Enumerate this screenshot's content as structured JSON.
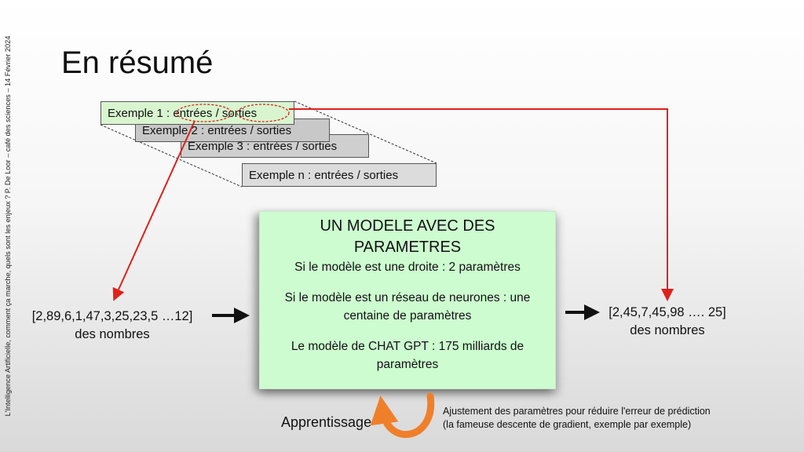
{
  "side_note": "L'Intelligence Artificielle, comment ça marche, quels sont les enjeux ? P. De Loor – café des sciences – 14 Février 2024",
  "title": "En résumé",
  "examples": [
    {
      "label": "Exemple 1 : entrées / sorties"
    },
    {
      "label": "Exemple 2 : entrées / sorties"
    },
    {
      "label": "Exemple 3 : entrées / sorties"
    },
    {
      "label": "Exemple n : entrées / sorties"
    }
  ],
  "model": {
    "title": "UN MODELE AVEC DES PARAMETRES",
    "line1": "Si le modèle est une droite : 2 paramètres",
    "line2": "Si le modèle est un réseau de neurones : une centaine de paramètres",
    "line3": "Le modèle de CHAT GPT :   175 milliards de paramètres"
  },
  "input": {
    "values": "[2,89,6,1,47,3,25,23,5 …12]",
    "caption": "des nombres"
  },
  "output": {
    "values": "[2,45,7,45,98 …. 25]",
    "caption": "des nombres"
  },
  "learning": {
    "label": "Apprentissage",
    "note_line1": "Ajustement des paramètres pour réduire l'erreur de prédiction",
    "note_line2": "(la fameuse descente de gradient, exemple par exemple)"
  },
  "colors": {
    "arrow_red": "#e0201b",
    "learn_arrow": "#f07f2a",
    "model_bg": "#cdfcd0",
    "example_bg": "#d8f5cf"
  }
}
